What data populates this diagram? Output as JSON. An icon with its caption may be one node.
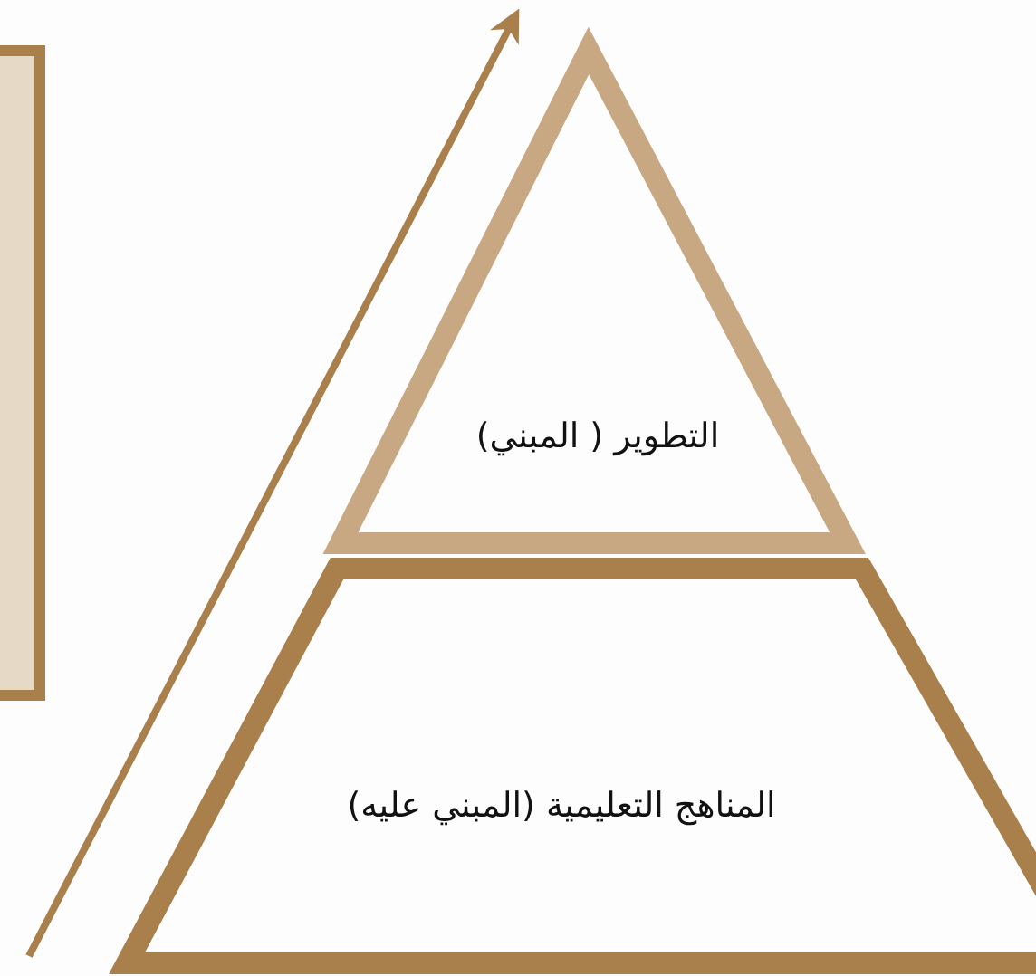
{
  "diagram": {
    "nodes": [
      {
        "text": [],
        "shape": "box"
      },
      {
        "text": [
          "التطوير ( المبني)"
        ]
      },
      {
        "text": [
          "المناهج التعليمية (المبني عليه)"
        ]
      }
    ]
  }
}
